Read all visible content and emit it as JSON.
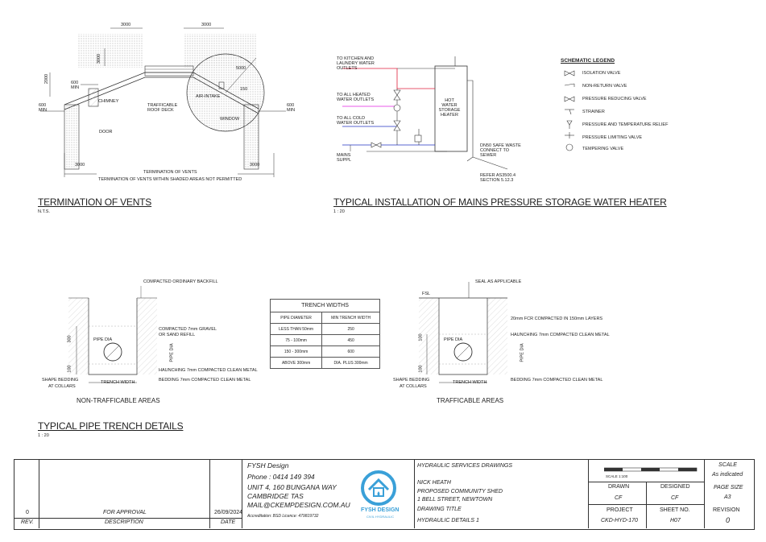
{
  "vents": {
    "dims": [
      "3000",
      "3000",
      "3000",
      "3000",
      "600 MIN",
      "600 MIN",
      "600 MIN",
      "2000",
      "3000",
      "5000",
      "150"
    ],
    "labels": [
      "CHIMNEY",
      "TRAFFICABLE ROOF DECK",
      "AIR-INTAKE",
      "WINDOW",
      "DOOR"
    ],
    "caption1": "TERMINATION OF VENTS",
    "caption2": "TERMINATION OF VENTS WITHIN SHADED AREAS NOT PERMITTED",
    "title": "TERMINATION OF VENTS",
    "scale": "N.T.S."
  },
  "heater": {
    "notes": [
      "TO KITCHEN AND LAUNDRY WATER OUTLETS",
      "TO ALL HEATED WATER OUTLETS",
      "TO ALL COLD WATER OUTLETS",
      "MAINS SUPPL",
      "HOT WATER STORAGE HEATER",
      "DN50 SAFE WASTE CONNECT TO SEWER",
      "REFER AS3500.4 SECTION 5.12.3"
    ],
    "title": "TYPICAL INSTALLATION OF MAINS PRESSURE STORAGE WATER HEATER",
    "scale": "1 : 20"
  },
  "legend": {
    "title": "SCHEMATIC LEGEND",
    "items": [
      "ISOLATION VALVE",
      "NON-RETURN VALVE",
      "PRESSURE REDUCING VALVE",
      "STRAINER",
      "PRESSURE AND TEMPERATURE RELIEF",
      "PRESSURE LIMITING VALVE",
      "TEMPERING VALVE"
    ]
  },
  "trench_left": {
    "labels": [
      "COMPACTED ORDINARY BACKFILL",
      "COMPACTED 7mm GRAVEL",
      "OR SAND REFILL",
      "HAUNCHING 7mm COMPACTED CLEAN METAL",
      "BEDDING 7mm COMPACTED CLEAN METAL",
      "SHAPE BEDDING",
      "AT COLLARS",
      "TRENCH WIDTH",
      "PIPE DIA",
      "300",
      "100",
      "PIPE DIA"
    ],
    "caption": "NON-TRAFFICABLE AREAS"
  },
  "trench_right": {
    "labels": [
      "SEAL AS APPLICABLE",
      "FSL",
      "20mm FCR COMPACTED IN 150mm LAYERS",
      "HAUNCHING 7mm COMPACTED CLEAN METAL",
      "BEDDING 7mm COMPACTED CLEAN METAL",
      "SHAPE BEDDING",
      "AT COLLARS",
      "TRENCH WIDTH",
      "PIPE DIA",
      "100",
      "100",
      "PIPE DIA"
    ],
    "caption": "TRAFFICABLE AREAS"
  },
  "trench_table": {
    "title": "TRENCH WIDTHS",
    "headers": [
      "PIPE DIAMETER",
      "MIN TRENCH WIDTH"
    ],
    "rows": [
      [
        "LESS THAN 50mm",
        "250"
      ],
      [
        "75 - 100mm",
        "450"
      ],
      [
        "150 - 300mm",
        "600"
      ],
      [
        "ABOVE 300mm",
        "DIA. PLUS 300mm"
      ]
    ]
  },
  "pipe_title": {
    "title": "TYPICAL PIPE TRENCH DETAILS",
    "scale": "1 : 20"
  },
  "titleblock": {
    "rev": "0",
    "description": "FOR APPROVAL",
    "date": "26/09/2024",
    "rev_label": "REV.",
    "desc_label": "DESCRIPTION",
    "date_label": "DATE",
    "company": "FYSH Design",
    "phone": "Phone : 0414 149 394",
    "address1": "UNIT 4, 160 BUNGANA WAY",
    "address2": "CAMBRIDGE TAS",
    "email": "MAIL@CKEMPDESIGN.COM.AU",
    "licence": "Accreditation: BSD Licence: 479819732",
    "logo_text1": "FYSH DESIGN",
    "logo_text2": "CIVIL HYDRAULIC",
    "project_type": "HYDRAULIC SERVICES DRAWINGS",
    "client": "NICK HEATH",
    "project": "PROPOSED COMMUNITY SHED",
    "address": "1 BELL STREET, NEWTOWN",
    "drawing_title_label": "DRAWING TITLE",
    "drawing_title": "HYDRAULIC DETAILS 1",
    "scale_bar_label": "SCALE 1:100",
    "drawn_label": "DRAWN",
    "drawn": "CF",
    "designed_label": "DESIGNED",
    "designed": "CF",
    "project_label": "PROJECT",
    "project_no": "CKD-HYD-170",
    "sheet_label": "SHEET NO.",
    "sheet_no": "H07",
    "scale_label": "SCALE",
    "scale": "As indicated",
    "pagesize_label": "PAGE SIZE",
    "pagesize": "A3",
    "revision_label": "REVISION",
    "revision": "0"
  },
  "colors": {
    "line": "#333333",
    "pipe_red": "#e0203c",
    "pipe_magenta": "#e020e0",
    "pipe_blue": "#2030c0",
    "logo": "#3aa0d8"
  }
}
